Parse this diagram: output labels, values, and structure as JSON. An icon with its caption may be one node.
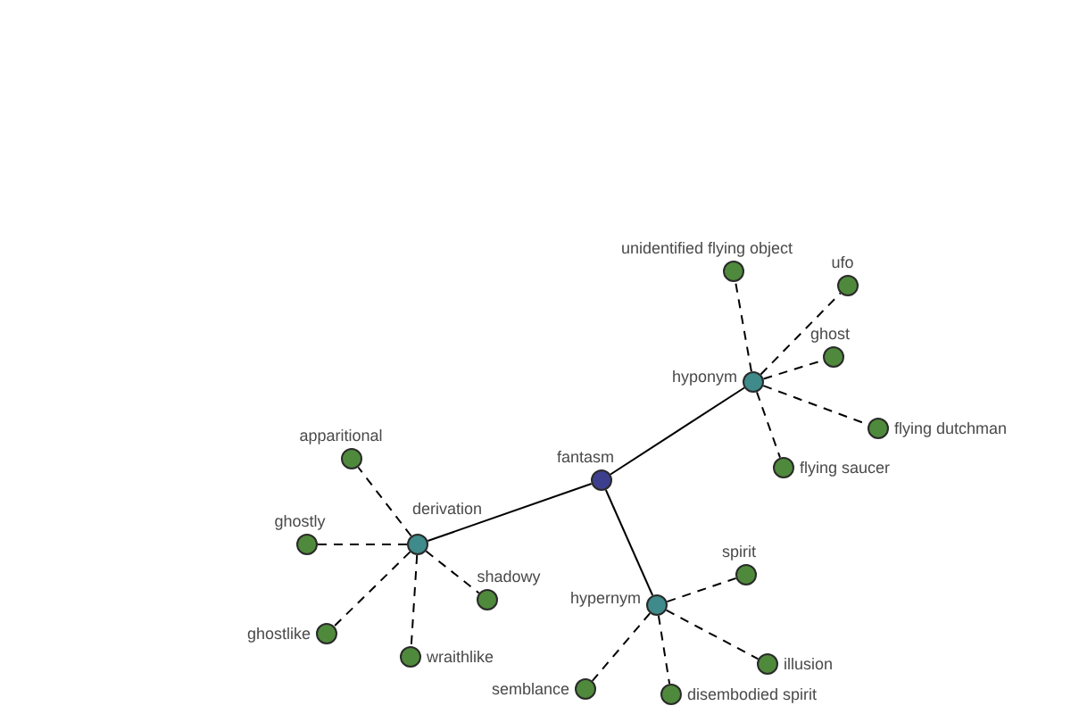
{
  "diagram": {
    "nodes": [
      {
        "text": [],
        "shape": "circle",
        "beside": [
          "fantasm"
        ]
      },
      {
        "text": [],
        "shape": "circle",
        "beside": [
          "hyponym"
        ]
      },
      {
        "text": [],
        "shape": "circle",
        "beside": [
          "unidentified flying object"
        ]
      },
      {
        "text": [],
        "shape": "circle",
        "beside": [
          "ufo"
        ]
      },
      {
        "text": [],
        "shape": "circle",
        "beside": [
          "ghost"
        ]
      },
      {
        "text": [],
        "shape": "circle",
        "beside": [
          "flying dutchman"
        ]
      },
      {
        "text": [],
        "shape": "circle",
        "beside": [
          "flying saucer"
        ]
      },
      {
        "text": [],
        "shape": "circle",
        "beside": [
          "derivation"
        ]
      },
      {
        "text": [],
        "shape": "circle",
        "beside": [
          "apparitional"
        ]
      },
      {
        "text": [],
        "shape": "circle",
        "beside": [
          "ghostly"
        ]
      },
      {
        "text": [],
        "shape": "circle",
        "beside": [
          "ghostlike"
        ]
      },
      {
        "text": [],
        "shape": "circle",
        "beside": [
          "wraithlike"
        ]
      },
      {
        "text": [],
        "shape": "circle",
        "beside": [
          "shadowy"
        ]
      },
      {
        "text": [],
        "shape": "circle",
        "beside": [
          "hypernym"
        ]
      },
      {
        "text": [],
        "shape": "circle",
        "beside": [
          "spirit"
        ]
      },
      {
        "text": [],
        "shape": "circle",
        "beside": [
          "illusion"
        ]
      },
      {
        "text": [],
        "shape": "circle",
        "beside": [
          "semblance"
        ]
      },
      {
        "text": [],
        "shape": "circle",
        "beside": [
          "disembodied spirit"
        ]
      }
    ],
    "edges": [
      {
        "from": 0,
        "to": 1,
        "arrow": "none"
      },
      {
        "from": 0,
        "to": 7,
        "arrow": "none"
      },
      {
        "from": 0,
        "to": 13,
        "arrow": "none"
      },
      {
        "from": 1,
        "to": 2,
        "arrow": "none",
        "style": "dashed"
      },
      {
        "from": 1,
        "to": 3,
        "arrow": "none",
        "style": "dashed"
      },
      {
        "from": 1,
        "to": 4,
        "arrow": "none",
        "style": "dashed"
      },
      {
        "from": 1,
        "to": 5,
        "arrow": "none",
        "style": "dashed"
      },
      {
        "from": 1,
        "to": 6,
        "arrow": "none",
        "style": "dashed"
      },
      {
        "from": 7,
        "to": 8,
        "arrow": "none",
        "style": "dashed"
      },
      {
        "from": 7,
        "to": 9,
        "arrow": "none",
        "style": "dashed"
      },
      {
        "from": 7,
        "to": 10,
        "arrow": "none",
        "style": "dashed"
      },
      {
        "from": 7,
        "to": 11,
        "arrow": "none",
        "style": "dashed"
      },
      {
        "from": 7,
        "to": 12,
        "arrow": "none",
        "style": "dashed"
      },
      {
        "from": 13,
        "to": 14,
        "arrow": "none",
        "style": "dashed"
      },
      {
        "from": 13,
        "to": 15,
        "arrow": "none",
        "style": "dashed"
      },
      {
        "from": 13,
        "to": 16,
        "arrow": "none",
        "style": "dashed"
      },
      {
        "from": 13,
        "to": 17,
        "arrow": "none",
        "style": "dashed"
      }
    ]
  }
}
